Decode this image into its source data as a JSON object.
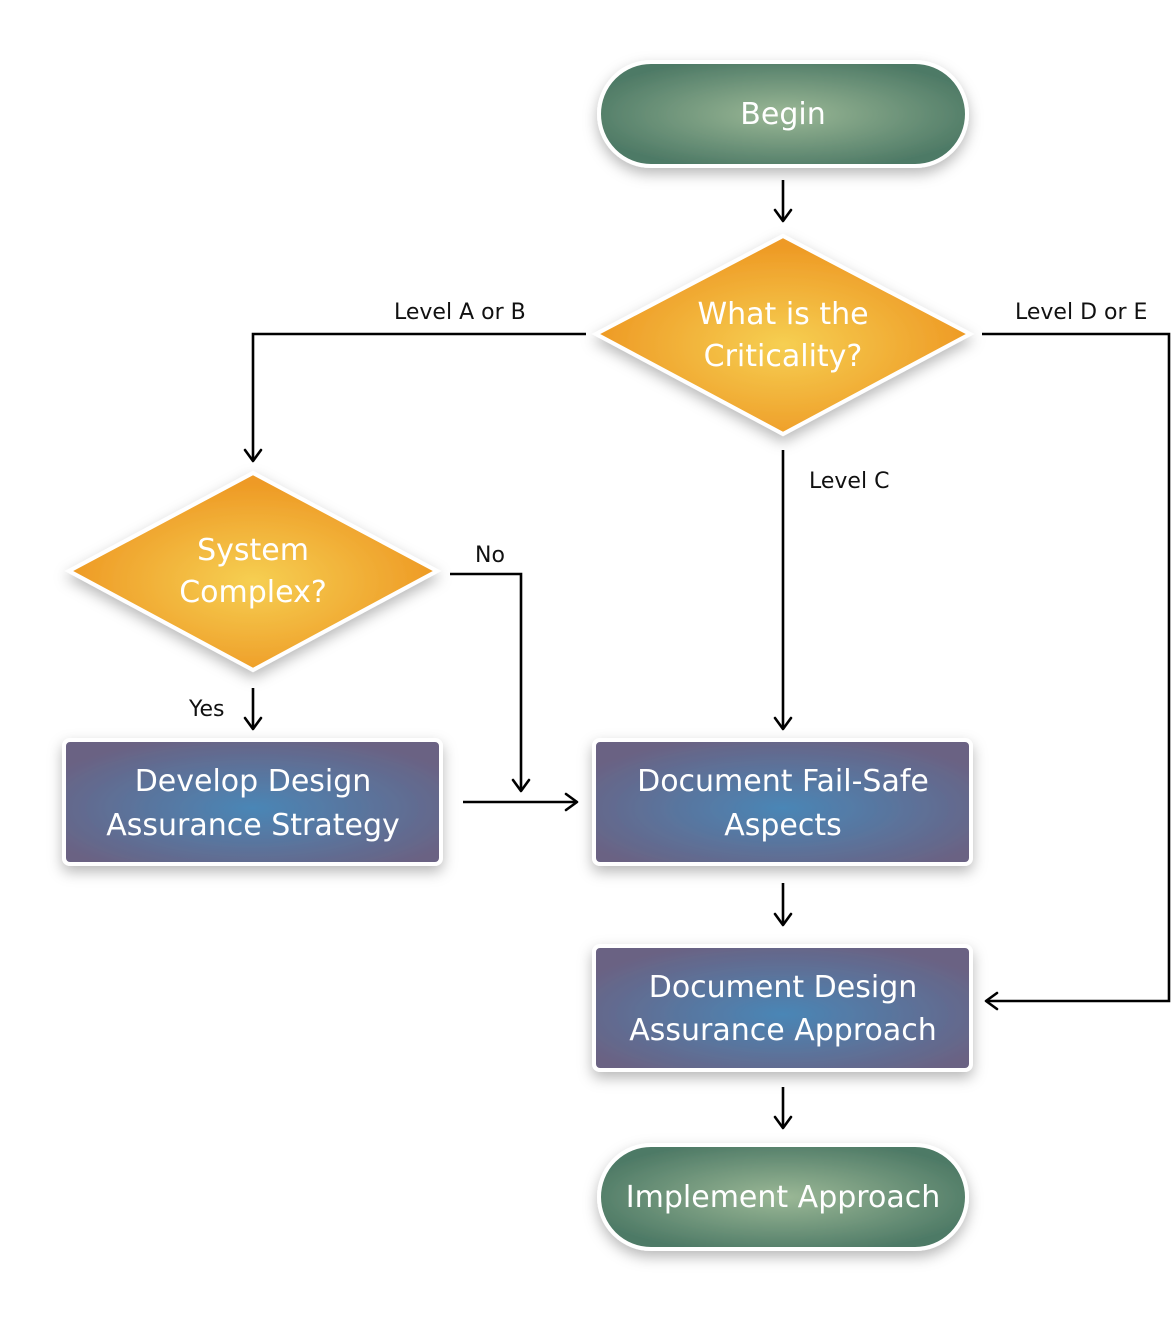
{
  "nodes": {
    "begin": "Begin",
    "criticality": [
      "What is the",
      "Criticality?"
    ],
    "complex": [
      "System",
      "Complex?"
    ],
    "develop": [
      "Develop Design",
      "Assurance Strategy"
    ],
    "failsafe": [
      "Document Fail-Safe",
      "Aspects"
    ],
    "approach": [
      "Document Design",
      "Assurance Approach"
    ],
    "implement": "Implement Approach"
  },
  "edges": {
    "level_ab": "Level A or B",
    "level_de": "Level D or E",
    "level_c": "Level C",
    "no": "No",
    "yes": "Yes"
  },
  "colors": {
    "terminal_center": "#9bb896",
    "terminal_edge": "#4e7a66",
    "decision_center": "#f6cf52",
    "decision_edge": "#ee9a25",
    "process_center": "#4a86b6",
    "process_edge": "#6a6283"
  }
}
